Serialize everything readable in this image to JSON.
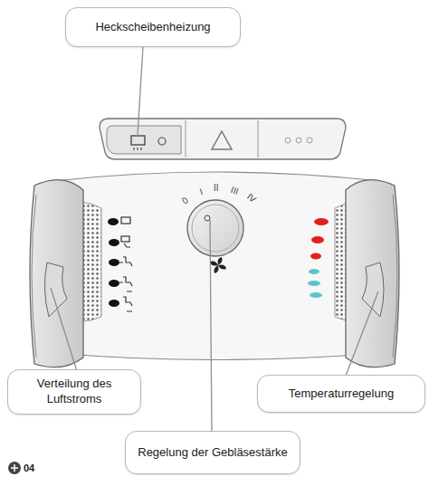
{
  "diagram": {
    "nodes": [
      {
        "text": [
          "Heckscheibenheizung"
        ]
      },
      {
        "text": [
          "Verteilung des Luftstroms"
        ]
      },
      {
        "text": [
          "Temperaturregelung"
        ]
      },
      {
        "text": [
          "Regelung der Gebläsestärke"
        ]
      }
    ],
    "labels": [
      "0",
      "I",
      "II",
      "III",
      "IV",
      "04"
    ]
  }
}
